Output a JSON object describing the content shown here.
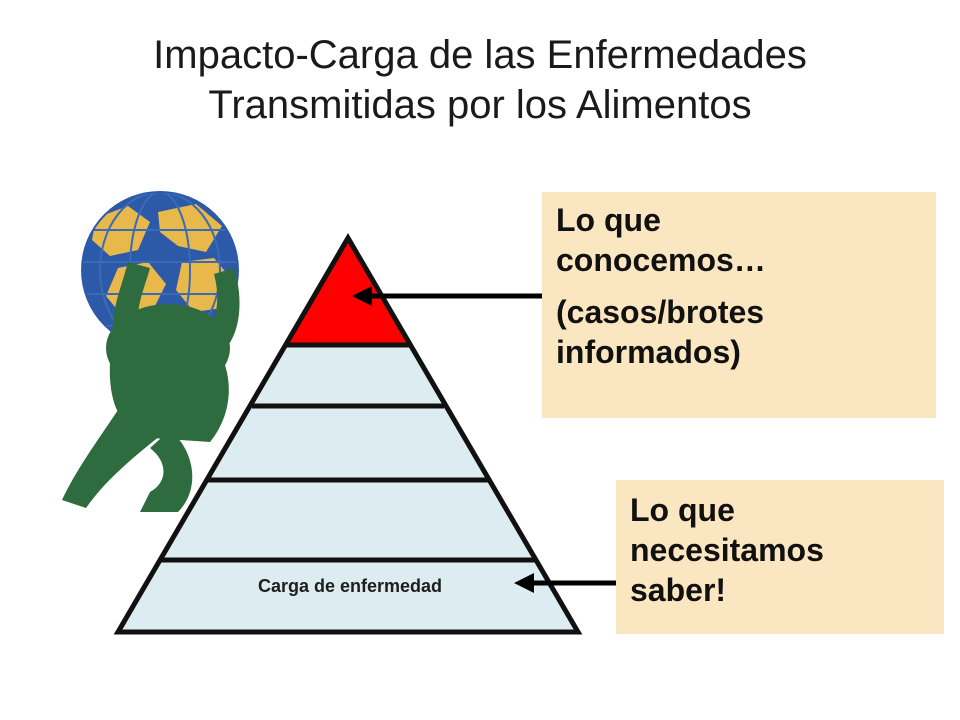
{
  "slide": {
    "title_line1": "Impacto-Carga de las Enfermedades",
    "title_line2": "Transmitidas por los Alimentos"
  },
  "pyramid": {
    "base_label": "Carga de enfermedad",
    "levels": 5,
    "colors": {
      "top": "#ff0000",
      "layers": "#dcecf0",
      "outline": "#111111"
    }
  },
  "callouts": {
    "top": {
      "line1": "Lo que",
      "line2": "conocemos…",
      "line3": "(casos/brotes",
      "line4": "informados)"
    },
    "bottom": {
      "line1": "Lo que",
      "line2": "necesitamos",
      "line3": "saber!"
    },
    "background": "#fae6c0"
  },
  "figure": {
    "icon": "atlas-carrying-globe-icon",
    "body_color": "#2e6b3e",
    "globe_color": "#e8b84a"
  }
}
